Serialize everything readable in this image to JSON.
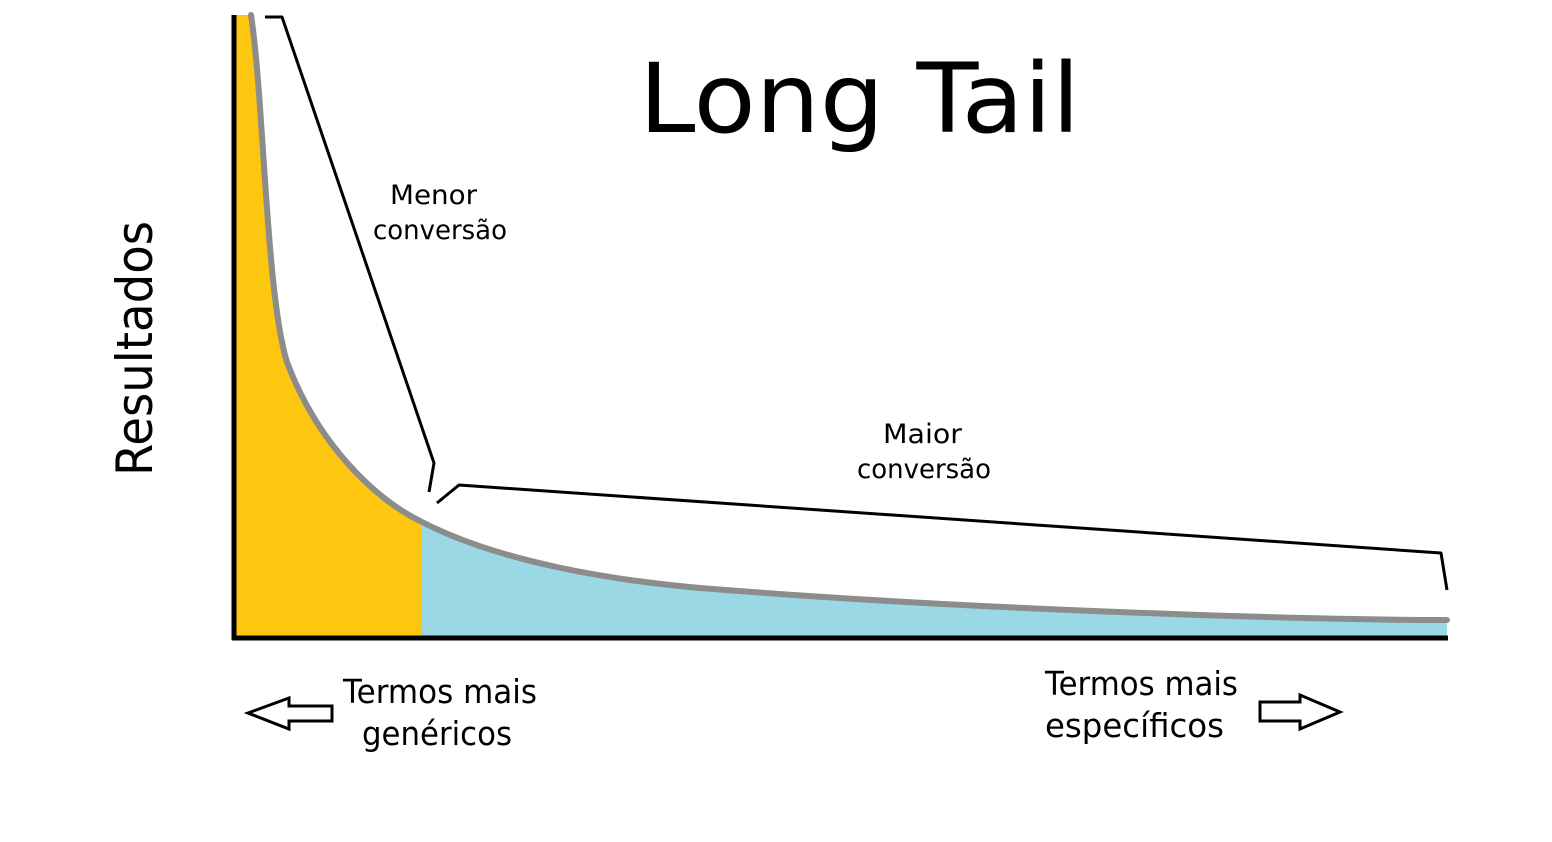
{
  "title": "Long Tail",
  "y_axis_label": "Resultados",
  "annotations": {
    "lower_conversion": {
      "line1": "Menor",
      "line2": "conversão"
    },
    "higher_conversion": {
      "line1": "Maior",
      "line2": "conversão"
    }
  },
  "bottom_labels": {
    "generic": {
      "line1": "Termos mais",
      "line2": "genéricos",
      "arrow": "left-arrow-icon"
    },
    "specific": {
      "line1": "Termos mais",
      "line2": "específicos",
      "arrow": "right-arrow-icon"
    }
  },
  "colors": {
    "head_fill": "#FDC60F",
    "tail_fill": "#9AD8E6",
    "curve_stroke": "#8C8C8C",
    "axis_stroke": "#000000",
    "background": "#FFFFFF"
  }
}
